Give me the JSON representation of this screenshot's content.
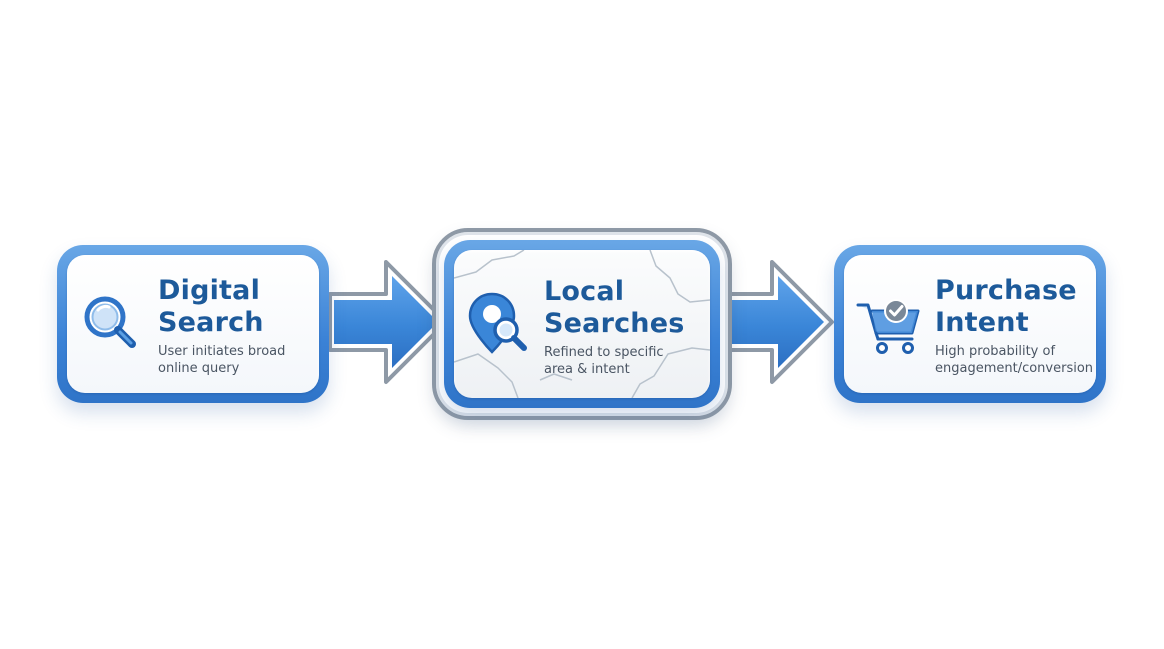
{
  "steps": [
    {
      "icon": "magnifier-icon",
      "title_line1": "Digital",
      "title_line2": "Search",
      "desc_line1": "User initiates broad",
      "desc_line2": "online query"
    },
    {
      "icon": "map-pin-search-icon",
      "title_line1": "Local",
      "title_line2": "Searches",
      "desc_line1": "Refined to specific",
      "desc_line2": "area & intent"
    },
    {
      "icon": "shopping-cart-check-icon",
      "title_line1": "Purchase",
      "title_line2": "Intent",
      "desc_line1": "High probability of",
      "desc_line2": "engagement/conversion"
    }
  ],
  "colors": {
    "frame_blue": "#3b82d6",
    "title_blue": "#1d5a9a",
    "highlight_ring": "#8e99a6",
    "arrow_blue": "#3a86d8"
  }
}
